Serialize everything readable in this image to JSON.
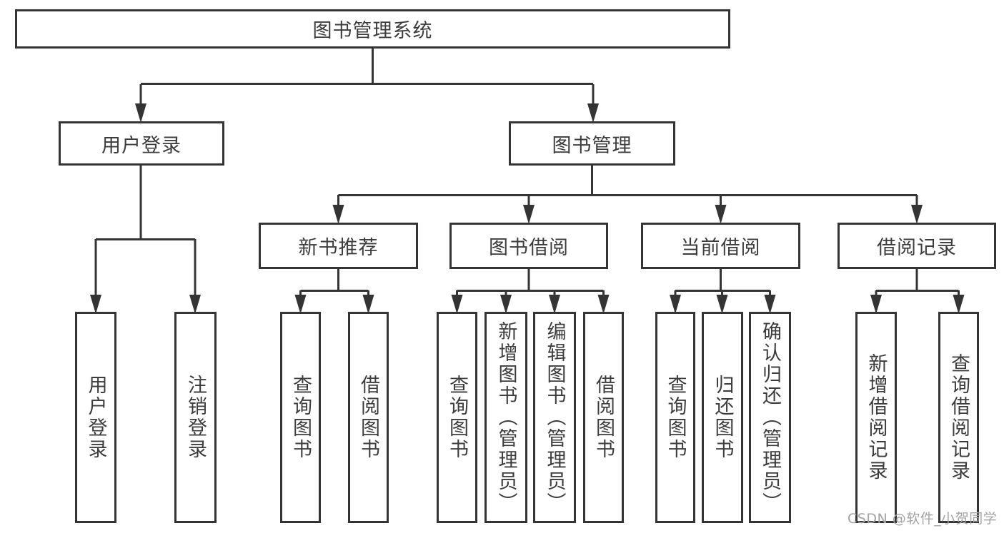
{
  "diagram_title": "图书管理系统",
  "colors": {
    "line": "#343434",
    "box_border": "#343434",
    "text": "#3c3c3c",
    "background": "#ffffff",
    "watermark": "#a3a3a3"
  },
  "nodes": {
    "root": {
      "label": "图书管理系统"
    },
    "branches": [
      {
        "label": "用户登录",
        "parent": "图书管理系统"
      },
      {
        "label": "图书管理",
        "parent": "图书管理系统"
      }
    ],
    "groups": [
      {
        "label": "新书推荐",
        "parent": "图书管理"
      },
      {
        "label": "图书借阅",
        "parent": "图书管理"
      },
      {
        "label": "当前借阅",
        "parent": "图书管理"
      },
      {
        "label": "借阅记录",
        "parent": "图书管理"
      }
    ],
    "leaves": [
      {
        "label": "用户登录",
        "parent": "用户登录"
      },
      {
        "label": "注销登录",
        "parent": "用户登录"
      },
      {
        "label": "查询图书",
        "parent": "新书推荐"
      },
      {
        "label": "借阅图书",
        "parent": "新书推荐"
      },
      {
        "label": "查询图书",
        "parent": "图书借阅"
      },
      {
        "label": "新增图书（管理员）",
        "parent": "图书借阅"
      },
      {
        "label": "编辑图书（管理员）",
        "parent": "图书借阅"
      },
      {
        "label": "借阅图书",
        "parent": "图书借阅"
      },
      {
        "label": "查询图书",
        "parent": "当前借阅"
      },
      {
        "label": "归还图书",
        "parent": "当前借阅"
      },
      {
        "label": "确认归还（管理员）",
        "parent": "当前借阅"
      },
      {
        "label": "新增借阅记录",
        "parent": "借阅记录"
      },
      {
        "label": "查询借阅记录",
        "parent": "借阅记录"
      }
    ]
  },
  "watermark": {
    "text": "CSDN @软件_小贺同学"
  }
}
